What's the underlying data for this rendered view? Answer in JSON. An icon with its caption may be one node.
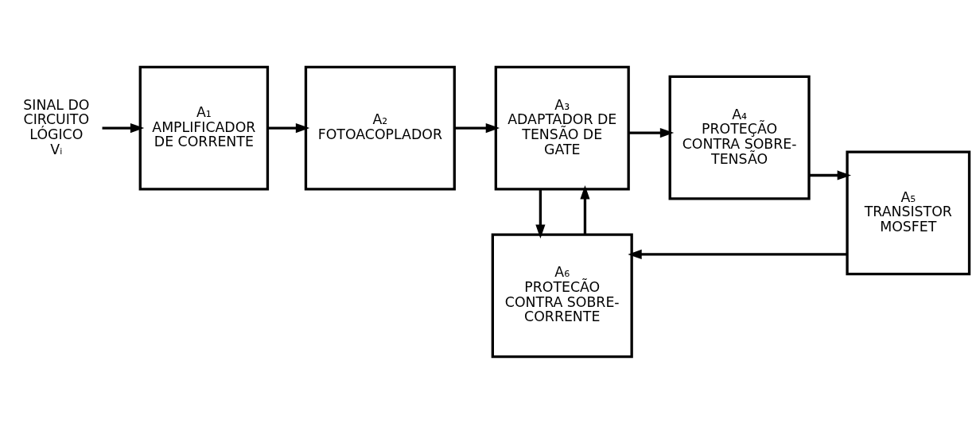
{
  "diagram": {
    "nodes": [
      {
        "text": [
          "SINAL DO CIRCUITO LÓGICO",
          "Vᵢ"
        ]
      },
      {
        "text": [
          "A₁",
          "AMPLIFICADOR DE CORRENTE"
        ]
      },
      {
        "text": [
          "A₂",
          "FOTOACOPLADOR"
        ]
      },
      {
        "text": [
          "A₃",
          "ADAPTADOR DE TENSÃO DE GATE"
        ]
      },
      {
        "text": [
          "A₄",
          "PROTEÇÃO CONTRA SOBRE-TENSÃO"
        ]
      },
      {
        "text": [
          "A₅",
          "TRANSISTOR MOSFET"
        ]
      },
      {
        "text": [
          "A₆",
          "PROTECÃO CONTRA SOBRE-CORRENTE"
        ]
      }
    ],
    "edges": [
      {
        "from": 0,
        "to": 1,
        "arrow": "to"
      },
      {
        "from": 1,
        "to": 2,
        "arrow": "to"
      },
      {
        "from": 2,
        "to": 3,
        "arrow": "to"
      },
      {
        "from": 3,
        "to": 4,
        "arrow": "to"
      },
      {
        "from": 4,
        "to": 5,
        "arrow": "to"
      },
      {
        "from": 6,
        "to": 3,
        "arrow": "to"
      },
      {
        "from": 3,
        "to": 6,
        "arrow": "to"
      },
      {
        "from": 5,
        "to": 6,
        "arrow": "to"
      }
    ]
  }
}
